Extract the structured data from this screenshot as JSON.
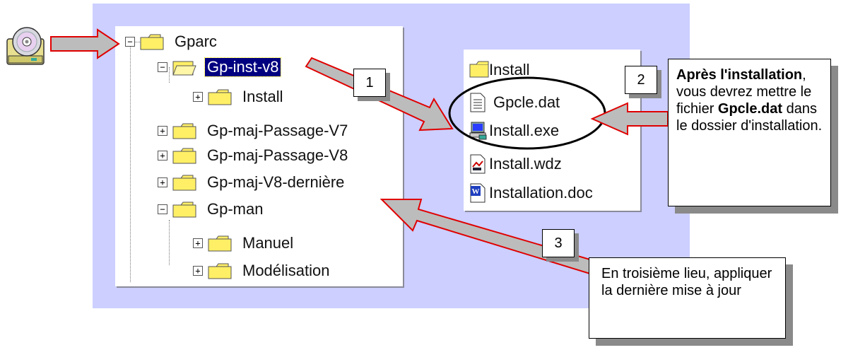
{
  "tree": {
    "items": [
      {
        "label": "Gparc",
        "expander": "−",
        "level": 0,
        "selected": false
      },
      {
        "label": "Gp-inst-v8",
        "expander": "−",
        "level": 1,
        "selected": true,
        "open": true
      },
      {
        "label": "Install",
        "expander": "+",
        "level": 2,
        "selected": false
      },
      {
        "label": "Gp-maj-Passage-V7",
        "expander": "+",
        "level": 1,
        "selected": false
      },
      {
        "label": "Gp-maj-Passage-V8",
        "expander": "+",
        "level": 1,
        "selected": false
      },
      {
        "label": "Gp-maj-V8-dernière",
        "expander": "+",
        "level": 1,
        "selected": false
      },
      {
        "label": "Gp-man",
        "expander": "−",
        "level": 1,
        "selected": false
      },
      {
        "label": "Manuel",
        "expander": "+",
        "level": 2,
        "selected": false
      },
      {
        "label": "Modélisation",
        "expander": "+",
        "level": 2,
        "selected": false
      }
    ]
  },
  "files": {
    "items": [
      {
        "label": "Install",
        "icon": "folder-icon"
      },
      {
        "label": "Gpcle.dat",
        "icon": "text-file-icon"
      },
      {
        "label": "Install.exe",
        "icon": "executable-icon"
      },
      {
        "label": "Install.wdz",
        "icon": "wdz-file-icon"
      },
      {
        "label": "Installation.doc",
        "icon": "word-doc-icon"
      }
    ]
  },
  "callouts": {
    "step1": "1",
    "step2": "2",
    "step3": "3",
    "note2_bold1": "Après l'installation",
    "note2_text1": ", vous devrez mettre le fichier ",
    "note2_bold2": "Gpcle.dat",
    "note2_text2": " dans le dossier d'installation.",
    "note3_text": "En troisième lieu, appliquer la dernière mise à jour"
  },
  "colors": {
    "background_panel": "#cccfff",
    "arrow_fill": "#b8b8b8",
    "arrow_outline": "#e00000",
    "folder_yellow": "#ffef66",
    "selection": "#000080"
  },
  "icons": {
    "cd": "cd-drive-icon"
  }
}
